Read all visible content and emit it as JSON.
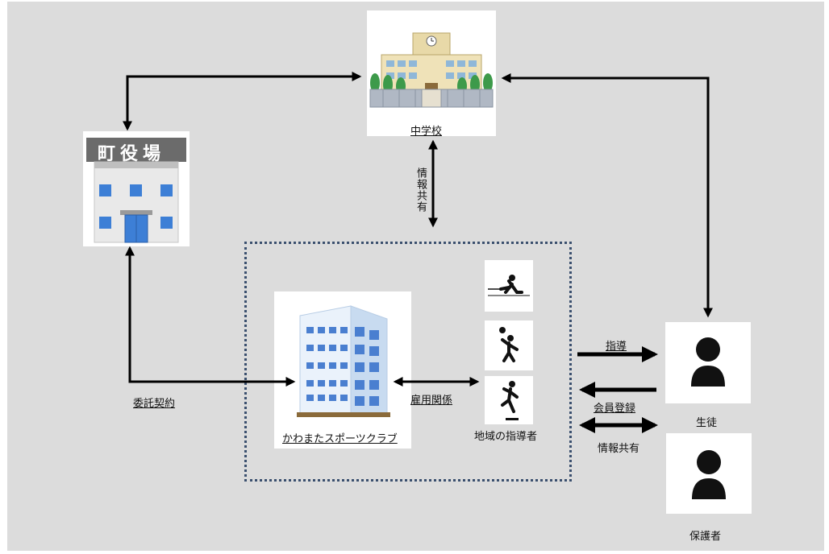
{
  "nodes": {
    "school": "中学校",
    "town_hall": "町役場",
    "club": "かわまたスポーツクラブ",
    "coaches": "地域の指導者",
    "student": "生徒",
    "guardian": "保護者"
  },
  "edges": {
    "info_share_vertical": "情報共有",
    "commission": "委託契約",
    "employment": "雇用関係",
    "guidance": "指導",
    "member_registration": "会員登録",
    "info_share_guardian": "情報共有"
  },
  "colors": {
    "background": "#dcdcdc",
    "arrow": "#000000",
    "dotted_border": "#3a4f6e",
    "building_blue": "#4a7fd0"
  }
}
